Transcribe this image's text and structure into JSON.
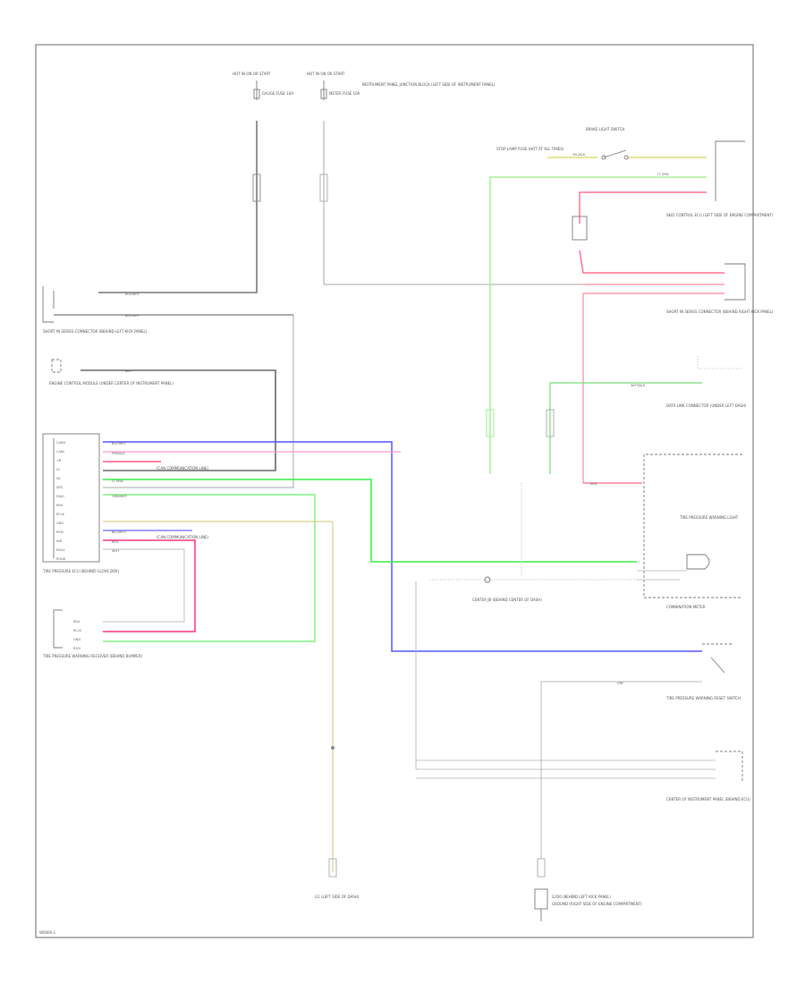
{
  "page": {
    "footer_code": "W0000-1"
  },
  "colors": {
    "frame": "#808080",
    "black_wire": "#555555",
    "gray_wire": "#999999",
    "blue_wire": "#5555ff",
    "pink_wire": "#ff88cc",
    "red_wire": "#ff3366",
    "green_wire": "#44ee55",
    "light_green_wire": "#99ee88",
    "yellow_wire": "#dddd77",
    "tan_wire": "#cdc59a"
  },
  "labels": {
    "hot_fuse_a": "HOT IN ON OR START",
    "fuse_a": "GAUGE FUSE 10A",
    "hot_fuse_b": "HOT IN ON OR START",
    "fuse_b": "METER FUSE 10A",
    "fuse_b_note": "INSTRUMENT PANEL JUNCTION BLOCK (LEFT SIDE OF INSTRUMENT PANEL)",
    "brake_switch": "BRAKE LIGHT SWITCH",
    "stop_lamp": "STOP LAMP FUSE (HOT AT ALL TIMES)",
    "skid_control": "SKID CONTROL ECU (LEFT SIDE OF ENGINE COMPARTMENT)",
    "junction_left": "SHORT IN SERIES CONNECTOR (BEHIND LEFT KICK PANEL)",
    "engine_ecu": "ENGINE CONTROL MODULE (UNDER CENTER OF INSTRUMENT PANEL)",
    "tpms_ecu": "TIRE PRESSURE ECU (BEHIND GLOVE BOX)",
    "tpms_receiver": "TIRE PRESSURE WARNING RECEIVER (BEHIND BUMPER)",
    "right_ground": "GROUND (RIGHT SIDE OF ENGINE COMPARTMENT)",
    "relay_connector": "SHORT IN SERIES CONNECTOR (BEHIND RIGHT KICK PANEL)",
    "data_link": "DATA LINK CONNECTOR (UNDER LEFT DASH)",
    "center_junction": "CENTER JB (BEHIND CENTER OF DASH)",
    "combination_meter": "COMBINATION METER",
    "tpms_indicator": "TIRE PRESSURE WARNING LIGHT",
    "reset_switch": "TIRE PRESSURE WARNING RESET SWITCH",
    "center_ecu": "CENTER OF INSTRUMENT PANEL (BEHIND ECU)",
    "ground_a": "G1 (LEFT SIDE OF DASH)",
    "ground_b": "G200 (BEHIND LEFT KICK PANEL)",
    "can_note_1": "(CAN COMMUNICATION LINE)",
    "can_note_2": "(CAN COMMUNICATION LINE)"
  },
  "ecu_pins": [
    "CANH",
    "CANL",
    "+B",
    "IG",
    "SIL",
    "SPD",
    "DIAG",
    "RDA",
    "RCLK",
    "GND",
    "RSSI",
    "IND",
    "RDA2",
    "RGND"
  ],
  "receiver_pins": [
    "RDA",
    "RCLK",
    "GND",
    "RSSI"
  ],
  "wire_tags": {
    "w1": "BLK/WHT",
    "w2": "BLK/WHT",
    "w3": "BLU",
    "w4": "BLK/WHT",
    "w5": "PNK/BLK",
    "w6": "LT GRN",
    "w7": "GRN/WHT",
    "w8": "RED",
    "w9": "BLU/WHT",
    "w10": "RED",
    "w11": "WHT",
    "w12": "GRY",
    "w13": "WHT/BLK",
    "w14": "LT GRN",
    "w15": "YEL/BLK"
  }
}
